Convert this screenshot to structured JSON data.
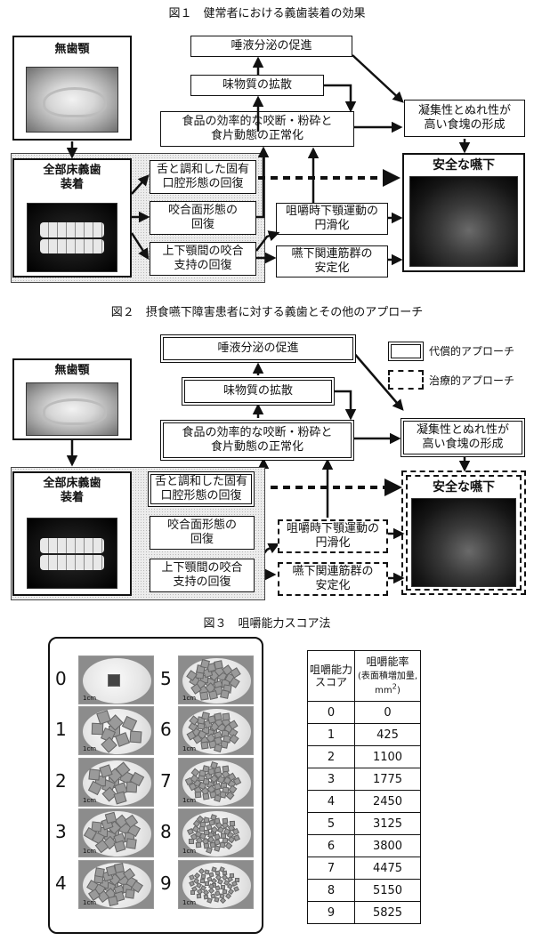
{
  "fig1": {
    "title": "図１　健常者における義歯装着の効果",
    "edentulous": "無歯顎",
    "denture": "全部床義歯\n装着",
    "saliva": "唾液分泌の促進",
    "taste": "味物質の拡散",
    "chewing": "食品の効率的な咬断・粉砕と\n食片動態の正常化",
    "tongue": "舌と調和した固有\n口腔形態の回復",
    "occlusal": "咬合面形態の\n回復",
    "support": "上下顎間の咬合\n支持の回復",
    "jaw_motion": "咀嚼時下顎運動の\n円滑化",
    "swallow_muscle": "嚥下関連筋群の\n安定化",
    "bolus": "凝集性とぬれ性が\n高い食塊の形成",
    "safe_swallow": "安全な嚥下"
  },
  "fig2": {
    "title": "図２　摂食嚥下障害患者に対する義歯とその他のアプローチ",
    "edentulous": "無歯顎",
    "denture": "全部床義歯\n装着",
    "saliva": "唾液分泌の促進",
    "taste": "味物質の拡散",
    "chewing": "食品の効率的な咬断・粉砕と\n食片動態の正常化",
    "tongue": "舌と調和した固有\n口腔形態の回復",
    "occlusal": "咬合面形態の\n回復",
    "support": "上下顎間の咬合\n支持の回復",
    "jaw_motion": "咀嚼時下顎運動の\n円滑化",
    "swallow_muscle": "嚥下関連筋群の\n安定化",
    "bolus": "凝集性とぬれ性が\n高い食塊の形成",
    "safe_swallow": "安全な嚥下",
    "legend_compensatory": "代償的アプローチ",
    "legend_therapeutic": "治療的アプローチ"
  },
  "fig3": {
    "title": "図３　咀嚼能力スコア法",
    "scale_label": "1cm",
    "left_scores": [
      "0",
      "1",
      "2",
      "3",
      "4"
    ],
    "right_scores": [
      "5",
      "6",
      "7",
      "8",
      "9"
    ],
    "table": {
      "col1_header": "咀嚼能力\nスコア",
      "col2_header": "咀嚼能率",
      "col2_sub": "(表面積増加量, mm",
      "col2_sup": "2",
      "col2_close": ")",
      "rows": [
        [
          "0",
          "0"
        ],
        [
          "1",
          "425"
        ],
        [
          "2",
          "1100"
        ],
        [
          "3",
          "1775"
        ],
        [
          "4",
          "2450"
        ],
        [
          "5",
          "3125"
        ],
        [
          "6",
          "3800"
        ],
        [
          "7",
          "4475"
        ],
        [
          "8",
          "5150"
        ],
        [
          "9",
          "5825"
        ]
      ]
    }
  }
}
